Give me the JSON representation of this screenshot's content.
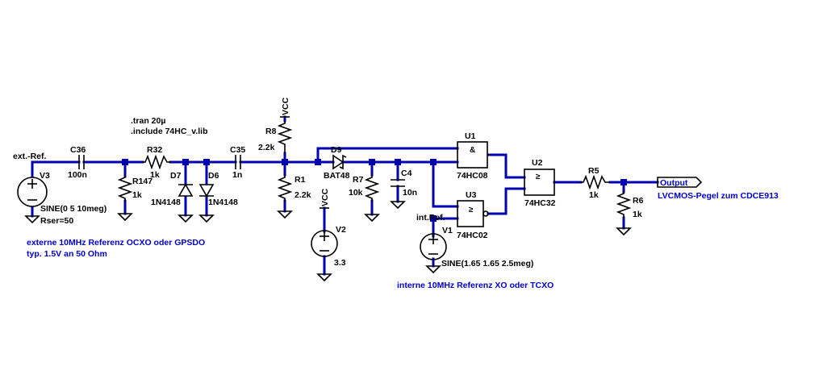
{
  "directives": {
    "tran": ".tran 20µ",
    "include": ".include 74HC_v.lib"
  },
  "nets": {
    "input_label": "ext.-Ref.",
    "internal_label": "int.Ref.",
    "output_label": "Output",
    "supply": "VCC"
  },
  "components": {
    "V3": {
      "ref": "V3",
      "value": "SINE(0 5 10meg)",
      "extra": "Rser=50"
    },
    "C36": {
      "ref": "C36",
      "value": "100n"
    },
    "R147": {
      "ref": "R147",
      "value": "1k"
    },
    "R32": {
      "ref": "R32",
      "value": "1k"
    },
    "D7": {
      "ref": "D7",
      "value": "1N4148"
    },
    "D6": {
      "ref": "D6",
      "value": "1N4148"
    },
    "C35": {
      "ref": "C35",
      "value": "1n"
    },
    "R8": {
      "ref": "R8",
      "value": "2.2k"
    },
    "R1": {
      "ref": "R1",
      "value": "2.2k"
    },
    "D9": {
      "ref": "D9",
      "value": "BAT48"
    },
    "R7": {
      "ref": "R7",
      "value": "10k"
    },
    "C4": {
      "ref": "C4",
      "value": "10n"
    },
    "V2": {
      "ref": "V2",
      "value": "3.3"
    },
    "V1": {
      "ref": "V1",
      "value": "SINE(1.65 1.65 2.5meg)"
    },
    "U1": {
      "ref": "U1",
      "value": "74HC08",
      "symbol": "&"
    },
    "U3": {
      "ref": "U3",
      "value": "74HC02",
      "symbol": "≥"
    },
    "U2": {
      "ref": "U2",
      "value": "74HC32",
      "symbol": "≥"
    },
    "R5": {
      "ref": "R5",
      "value": "1k"
    },
    "R6": {
      "ref": "R6",
      "value": "1k"
    }
  },
  "notes": {
    "ext_line1": "externe 10MHz Referenz OCXO oder GPSDO",
    "ext_line2": "typ. 1.5V an 50 Ohm",
    "int_line1": "interne 10MHz Referenz XO oder TCXO",
    "out_note": "LVCMOS-Pegel zum CDCE913"
  },
  "icons": [
    "voltage-source-icon",
    "resistor-icon",
    "capacitor-icon",
    "diode-icon",
    "schottky-diode-icon",
    "ground-icon",
    "and-gate-icon",
    "nor-gate-icon",
    "or-gate-icon",
    "output-port-icon"
  ]
}
